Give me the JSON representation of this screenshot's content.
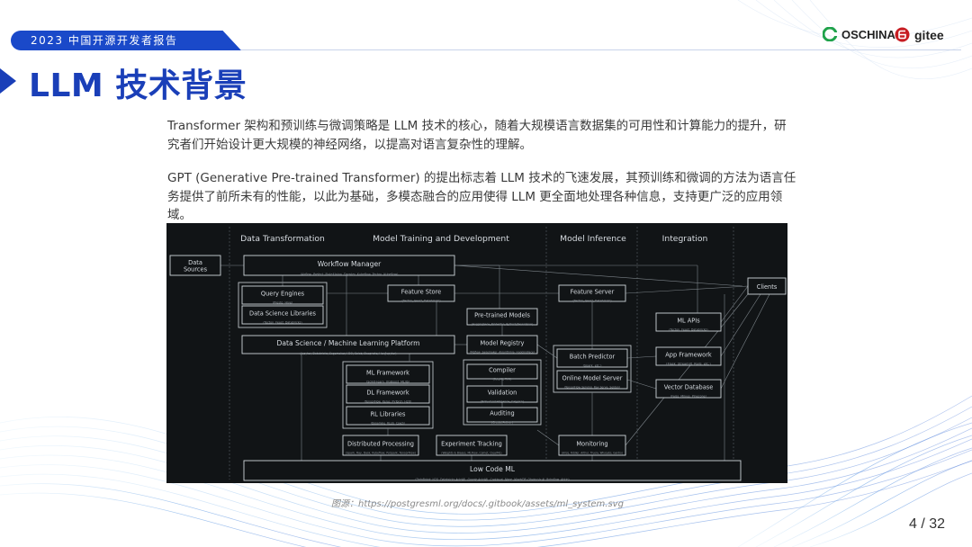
{
  "header": {
    "report_label": "2023 中国开源开发者报告",
    "logo_oschina": "OSCHINA",
    "logo_gitee": "gitee"
  },
  "title": "LLM 技术背景",
  "paragraphs": [
    "Transformer 架构和预训练与微调策略是 LLM 技术的核心，随着大规模语言数据集的可用性和计算能力的提升，研究者们开始设计更大规模的神经网络，以提高对语言复杂性的理解。",
    "GPT (Generative Pre-trained Transformer) 的提出标志着 LLM 技术的飞速发展，其预训练和微调的方法为语言任务提供了前所未有的性能，以此为基础，多模态融合的应用使得 LLM 更全面地处理各种信息，支持更广泛的应用领域。"
  ],
  "diagram": {
    "columns": [
      "Data Transformation",
      "Model Training and Development",
      "Model Inference",
      "Integration"
    ],
    "boxes": {
      "data_sources": {
        "label": "Data\nSources",
        "sub": ""
      },
      "workflow_manager": {
        "label": "Workflow Manager",
        "sub": "(Airflow, Prefect, Flyte/Union, Dagster, Kubeflow, Tecton, Kubeflow)"
      },
      "query_engines": {
        "label": "Query Engines",
        "sub": "(Presto, Hive)"
      },
      "ds_libraries": {
        "label": "Data Science Libraries",
        "sub": "(Tecton, Feast, Databricks)"
      },
      "feature_store": {
        "label": "Feature Store",
        "sub": "(Tecton, Feast, Databricks)"
      },
      "feature_server": {
        "label": "Feature Server",
        "sub": "(Tecton, Feast, Databricks)"
      },
      "clients": {
        "label": "Clients",
        "sub": ""
      },
      "pretrained_models": {
        "label": "Pre-trained Models",
        "sub": "(HuggingFace, ModelZoo, PyTorch/TensorFlow)"
      },
      "ml_apis": {
        "label": "ML APIs",
        "sub": "(Tecton, Feast, Databricks)"
      },
      "ds_ml_platform": {
        "label": "Data Science / Machine Learning Platform",
        "sub": "(Jupyter, Databricks, Sagemaker, H2O, Colab, Deepnote, Hex/Jupyter)"
      },
      "model_registry": {
        "label": "Model Registry",
        "sub": "(MLflow, Sagemaker, Algorithmia, HuggingFace)"
      },
      "batch_predictor": {
        "label": "Batch Predictor",
        "sub": "(Spark, etc.)"
      },
      "app_framework": {
        "label": "App Framework",
        "sub": "(Flask, Streamlit, Rails, etc.)"
      },
      "ml_framework": {
        "label": "ML Framework",
        "sub": "(Scikit-learn, XGBoost, MLlib)"
      },
      "compiler": {
        "label": "Compiler",
        "sub": "(OctoML, TVM)"
      },
      "online_model_server": {
        "label": "Online Model Server",
        "sub": "(TensorFlow Serving, Ray Serve, Seldon)"
      },
      "vector_database": {
        "label": "Vector Database",
        "sub": "(Faiss, Milvus, Pinecone)"
      },
      "dl_framework": {
        "label": "DL Framework",
        "sub": "(TensorFlow, Keras, PyTorch, H2O)"
      },
      "validation": {
        "label": "Validation",
        "sub": "(Robust Intelligence, Calypso)"
      },
      "rl_libraries": {
        "label": "RL Libraries",
        "sub": "(Dopamine, RLLib, Coach)"
      },
      "auditing": {
        "label": "Auditing",
        "sub": "(Credo, Arthur)"
      },
      "distributed_processing": {
        "label": "Distributed Processing",
        "sub": "(Spark, Ray, Dask, Kubeflow, PySpark, TensorFlow)"
      },
      "experiment_tracking": {
        "label": "Experiment Tracking",
        "sub": "(Weights & Biases, MLFlow, Comet, ClearML)"
      },
      "monitoring": {
        "label": "Monitoring",
        "sub": "(Arize, Fiddler, Arthur, Truera, WhyLabs, Gantry)"
      },
      "low_code_ml": {
        "label": "Low Code ML",
        "sub": "(DataRobot, H2O, Databricks AutoML, Google AutoML, Continual, Mage, MindsDB, Obviously AI, Roboflow, Akkio)"
      }
    }
  },
  "caption": "图源：https://postgresml.org/docs/.gitbook/assets/ml_system.svg",
  "page_number": "4 / 32",
  "colors": {
    "brand_blue": "#1a3fb8",
    "ribbon_blue": "#1a49c9",
    "diagram_bg": "#111416",
    "box_stroke": "#cfd5da",
    "oschina_green": "#1fa24a",
    "gitee_red": "#c71d23"
  }
}
